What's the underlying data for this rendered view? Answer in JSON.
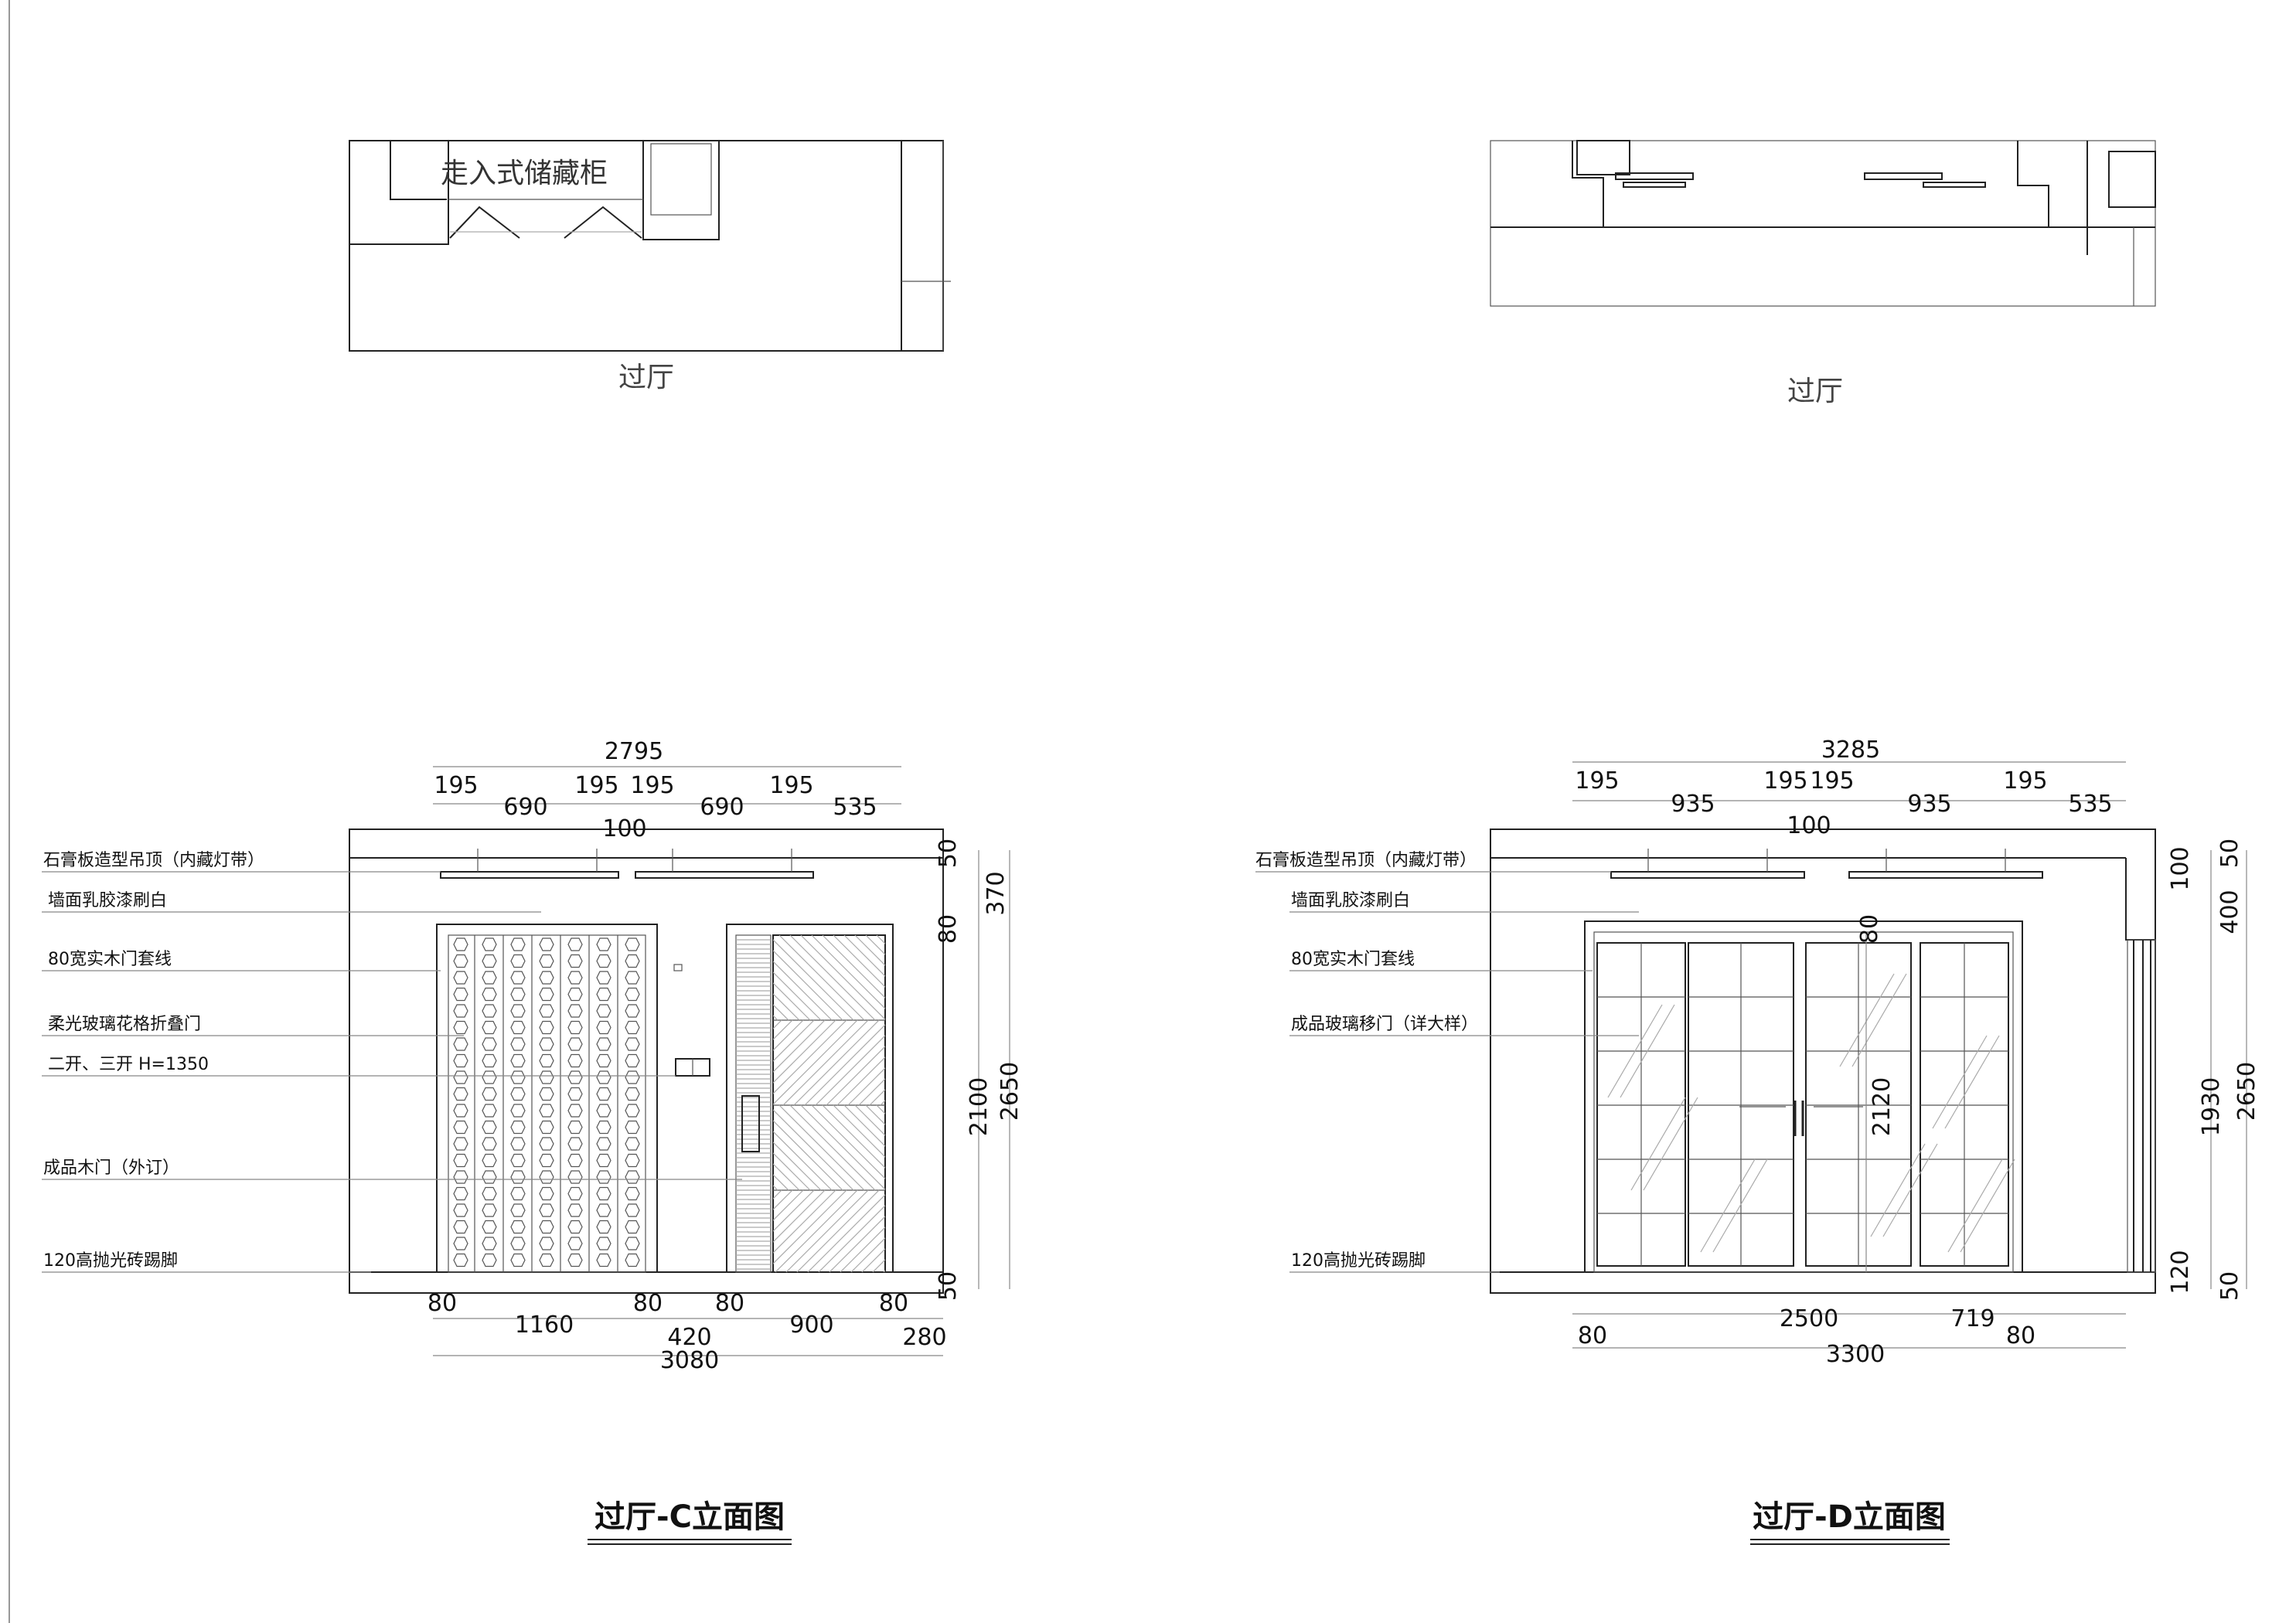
{
  "plans": {
    "c_room_label": "过厅",
    "c_cabinet_label": "走入式储藏柜",
    "d_room_label": "过厅"
  },
  "c_elev": {
    "title": "过厅-C立面图",
    "top": {
      "overall": "2795",
      "d1": "195",
      "d2": "690",
      "d3": "195",
      "d4": "195",
      "d5": "690",
      "d6": "195",
      "d7": "535",
      "center": "100"
    },
    "right": {
      "d50a": "50",
      "d370": "370",
      "d80": "80",
      "d2100": "2100",
      "d2650": "2650",
      "d50b": "50"
    },
    "bottom": {
      "d80a": "80",
      "d1160": "1160",
      "d80b": "80",
      "d420": "420",
      "d80c": "80",
      "d900": "900",
      "d80d": "80",
      "d280": "280",
      "overall": "3080"
    },
    "notes": [
      "石膏板造型吊顶（内藏灯带）",
      "墙面乳胶漆刷白",
      "80宽实木门套线",
      "柔光玻璃花格折叠门",
      "二开、三开 H=1350",
      "成品木门（外订）",
      "120高抛光砖踢脚"
    ]
  },
  "d_elev": {
    "title": "过厅-D立面图",
    "top": {
      "overall": "3285",
      "d1": "195",
      "d2": "935",
      "d3": "195",
      "d4": "195",
      "d5": "935",
      "d6": "195",
      "d7": "535",
      "center": "100"
    },
    "inner": {
      "d80": "80",
      "d2120": "2120"
    },
    "right": {
      "d100": "100",
      "d50a": "50",
      "d400": "400",
      "d1930": "1930",
      "d2650": "2650",
      "d120": "120",
      "d50b": "50"
    },
    "bottom": {
      "d80a": "80",
      "d2500": "2500",
      "d719": "719",
      "d80b": "80",
      "overall": "3300"
    },
    "notes": [
      "石膏板造型吊顶（内藏灯带）",
      "墙面乳胶漆刷白",
      "80宽实木门套线",
      "成品玻璃移门（详大样）",
      "120高抛光砖踢脚"
    ]
  }
}
